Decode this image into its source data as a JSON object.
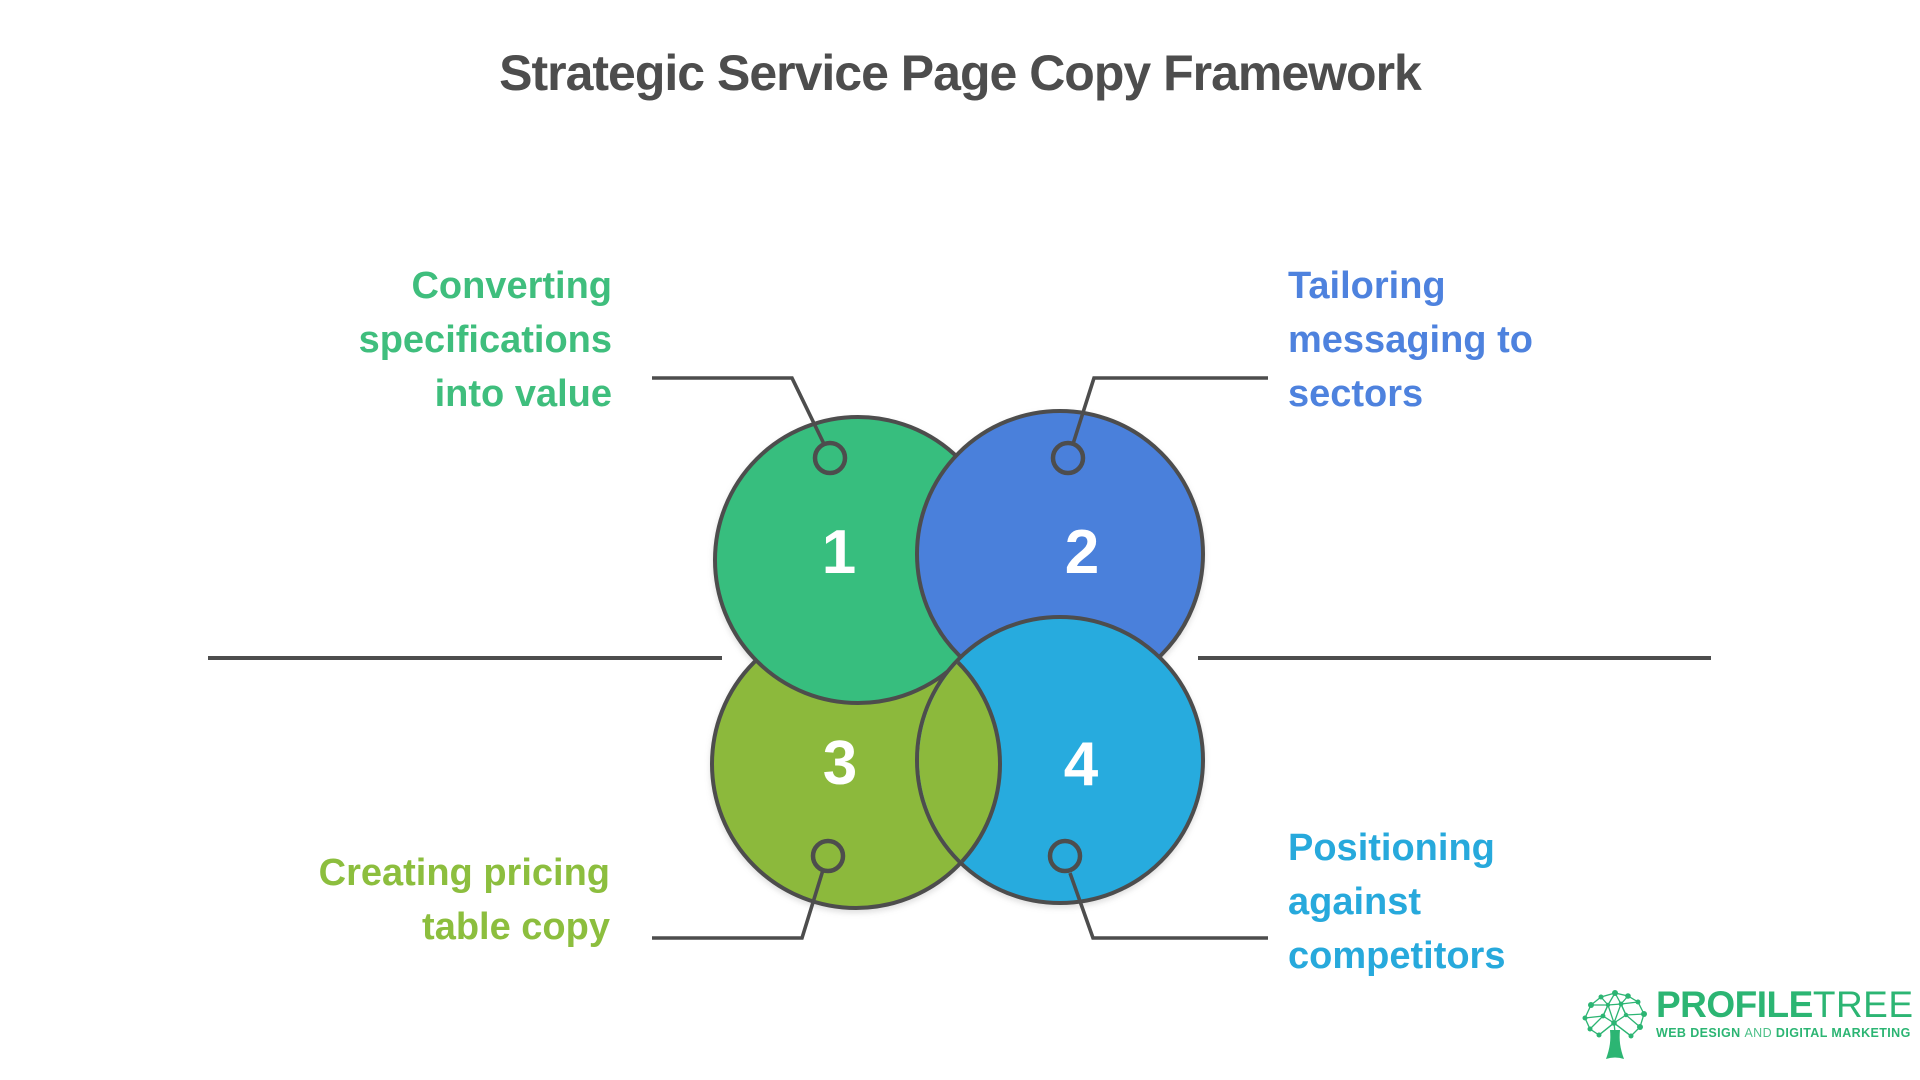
{
  "title": "Strategic Service Page Copy Framework",
  "steps": [
    {
      "number": "1",
      "label": "Converting specifications into value",
      "lines": [
        "Converting",
        "specifications",
        "into value"
      ],
      "circle_color": "#37BE7E",
      "label_color": "#3FBE7D"
    },
    {
      "number": "2",
      "label": "Tailoring messaging to sectors",
      "lines": [
        "Tailoring",
        "messaging to",
        "sectors"
      ],
      "circle_color": "#4A80DB",
      "label_color": "#4E82DE"
    },
    {
      "number": "3",
      "label": "Creating pricing table copy",
      "lines": [
        "Creating pricing",
        "table copy"
      ],
      "circle_color": "#8CB93C",
      "label_color": "#8CBE3E"
    },
    {
      "number": "4",
      "label": "Positioning against competitors",
      "lines": [
        "Positioning",
        "against",
        "competitors"
      ],
      "circle_color": "#27ABDE",
      "label_color": "#27A9DC"
    }
  ],
  "logo": {
    "brand_bold": "PROFILE",
    "brand_light": "TREE",
    "tagline_web_design": "WEB DESIGN ",
    "tagline_and": "AND ",
    "tagline_digital_marketing": "DIGITAL MARKETING",
    "color": "#2CB573"
  },
  "colors": {
    "background": "#FFFFFF",
    "outline": "#4D4D4D",
    "title": "#4D4D4D",
    "number_text": "#FFFFFF"
  }
}
